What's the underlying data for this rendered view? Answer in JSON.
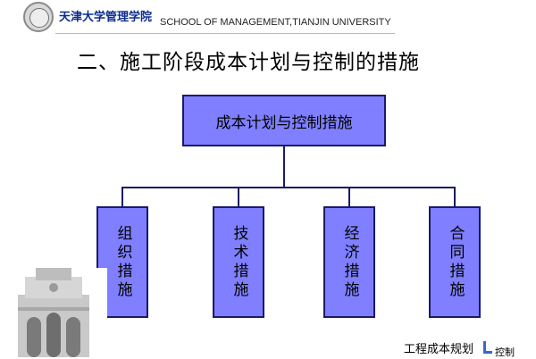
{
  "header": {
    "school_cn": "天津大学管理学院",
    "school_en": "SCHOOL OF MANAGEMENT,TIANJIN UNIVERSITY"
  },
  "slide": {
    "title": "二、施工阶段成本计划与控制的措施"
  },
  "diagram": {
    "root": "成本计划与控制措施",
    "children": [
      "组织措施",
      "技术措施",
      "经济措施",
      "合同措施"
    ]
  },
  "footer": {
    "text": "工程成本规划",
    "text_suffix": "控制"
  },
  "colors": {
    "box_fill": "#7f7fff",
    "box_border": "#1a1a66",
    "title_blue": "#0b2d8f"
  }
}
